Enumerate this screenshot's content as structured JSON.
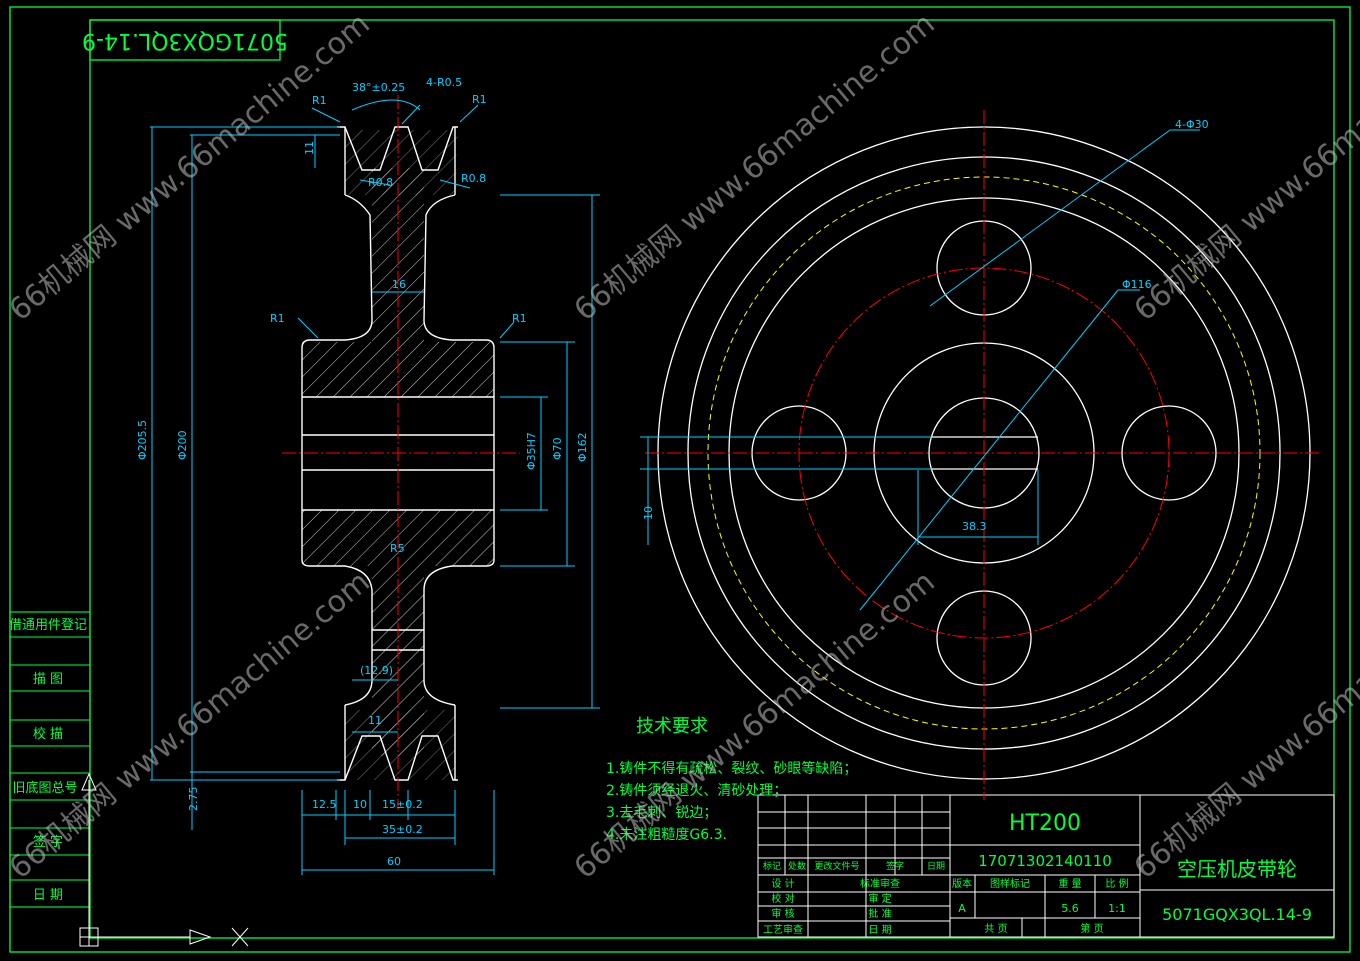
{
  "title_block": {
    "drawing_number_top": "5071GQX3QL.14-9",
    "material": "HT200",
    "serial": "17071302140110",
    "part_name": "空压机皮带轮",
    "drawing_number": "5071GQX3QL.14-9",
    "header_labels": [
      "标记",
      "处数",
      "更改文件号",
      "签字",
      "日期"
    ],
    "left_rows": [
      "设 计",
      "校 对",
      "审 核",
      "工艺审查"
    ],
    "mid_rows": [
      "标准审查",
      "审 定",
      "批 准",
      "日 期"
    ],
    "info_headers": [
      "版本",
      "图样标记",
      "重 量",
      "比 例"
    ],
    "version": "A",
    "weight": "5.6",
    "scale": "1:1",
    "sheet_total": "共 页",
    "sheet_num": "第 页"
  },
  "side_labels": [
    "借通用件登记",
    "描 图",
    "校 描",
    "旧底图总号",
    "签 字",
    "日 期"
  ],
  "tech_requirements": {
    "title": "技术要求",
    "items": [
      "1.铸件不得有疏松、裂纹、砂眼等缺陷；",
      "2.铸件须经退火、清砂处理；",
      "3.去毛刺、锐边；",
      "4.未注粗糙度G6.3."
    ]
  },
  "dimensions": {
    "angle": "38°±0.25",
    "fillet_r05": "4-R0.5",
    "r1": "R1",
    "r08": "R0.8",
    "r5": "R5",
    "groove_depth": "11",
    "d_outer": "Φ205.5",
    "d_pitch": "Φ200",
    "d_bore": "Φ35H7",
    "d_hub": "Φ70",
    "d_162": "Φ162",
    "web_16": "16",
    "groove_129": "(12.9)",
    "groove_11": "11",
    "w_125": "12.5",
    "w_10": "10",
    "w_15": "15±0.2",
    "w_35": "35±0.2",
    "w_60": "60",
    "h_275": "2.75",
    "holes": "4-Φ30",
    "pcd": "Φ116",
    "keyway_depth": "38.3",
    "keyway_width": "10"
  },
  "watermark": "66机械网 www.66machine.com",
  "colors": {
    "frame": "#00ff3c",
    "geometry": "#ffffff",
    "dimension": "#00d0ff",
    "center": "#ff0000",
    "pitch_circle": "#ffff00"
  }
}
